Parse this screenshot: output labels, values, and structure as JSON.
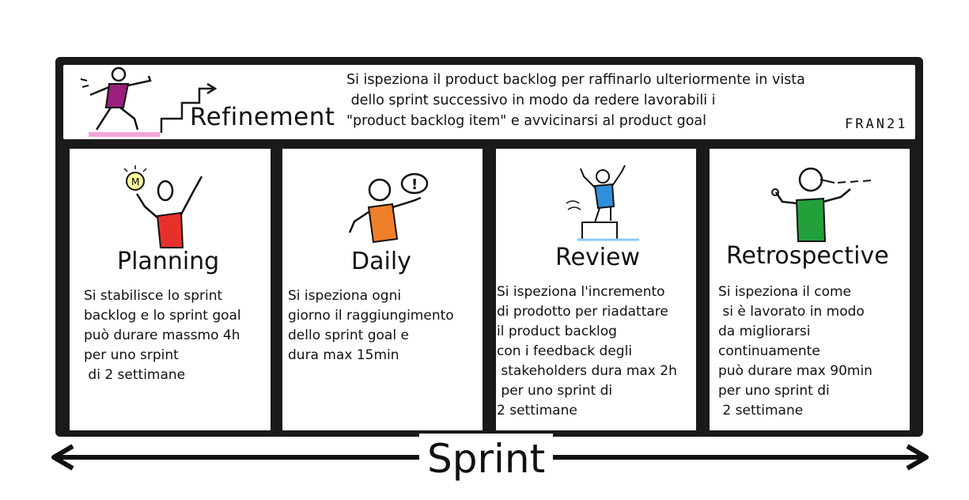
{
  "refinement": {
    "title": "Refinement",
    "lines": [
      "Si ispeziona il product backlog per raffinarlo ulteriormente in vista",
      " dello sprint successivo in modo da redere lavorabili i",
      "\"product backlog item\" e avvicinarsi al product goal"
    ],
    "signature": "FRAN21"
  },
  "cards": [
    {
      "title": "Planning",
      "lines": [
        "Si stabilisce lo sprint",
        "backlog e lo sprint goal",
        "può durare massmo 4h",
        "per uno srpint",
        " di 2 settimane"
      ],
      "accent": "#e8302b"
    },
    {
      "title": "Daily",
      "lines": [
        "Si ispeziona ogni",
        "giorno il raggiungimento",
        "dello sprint goal e",
        "dura max 15min"
      ],
      "accent": "#f07f2a"
    },
    {
      "title": "Review",
      "lines": [
        "Si ispeziona l'incremento",
        "di prodotto per riadattare",
        "il product backlog",
        "con i feedback degli",
        " stakeholders dura max 2h",
        " per uno sprint di",
        "2 settimane"
      ],
      "accent": "#2f8fd8"
    },
    {
      "title": "Retrospective",
      "lines": [
        "Si ispeziona il come",
        " si è lavorato in modo",
        "da migliorarsi",
        "continuamente",
        "può durare max 90min",
        "per uno sprint di",
        " 2 settimane"
      ],
      "accent": "#23a03a"
    }
  ],
  "footer": {
    "label": "Sprint"
  },
  "colors": {
    "frame": "#1a1a1a",
    "refinement_accent": "#a0207a",
    "refinement_floor": "#f3a6d8"
  }
}
